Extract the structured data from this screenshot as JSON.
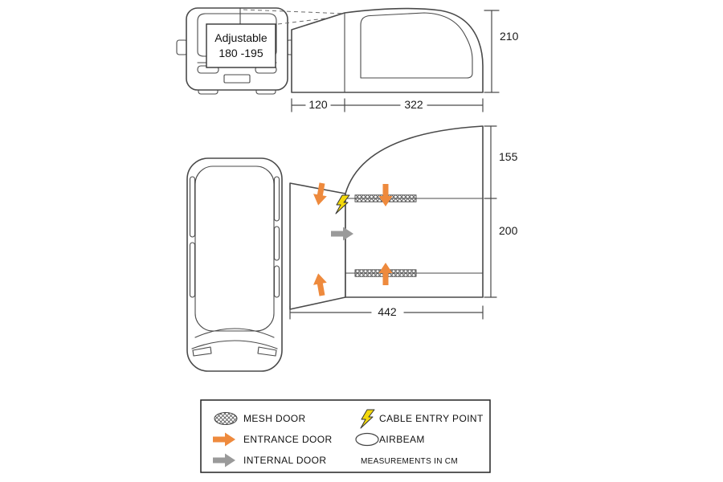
{
  "van_front": {
    "adjustable_line1": "Adjustable",
    "adjustable_line2": "180 -195"
  },
  "dimensions": {
    "awning_height": "210",
    "tunnel_depth": "120",
    "awning_body_depth": "322",
    "canopy_length": "155",
    "main_room_length": "200",
    "total_length": "442"
  },
  "legend": {
    "items": [
      {
        "id": "mesh-door",
        "label": "MESH DOOR"
      },
      {
        "id": "entrance-door",
        "label": "ENTRANCE DOOR"
      },
      {
        "id": "internal-door",
        "label": "INTERNAL DOOR"
      },
      {
        "id": "cable-entry-point",
        "label": "CABLE ENTRY POINT"
      },
      {
        "id": "airbeam",
        "label": "AIRBEAM"
      }
    ],
    "note": "MEASUREMENTS IN CM"
  },
  "colors": {
    "line": "#4a4a4a",
    "entrance_arrow": "#ee8a3d",
    "internal_arrow": "#9a9a9a",
    "cable_yellow": "#f4d90b",
    "text": "#1a1a1a"
  }
}
